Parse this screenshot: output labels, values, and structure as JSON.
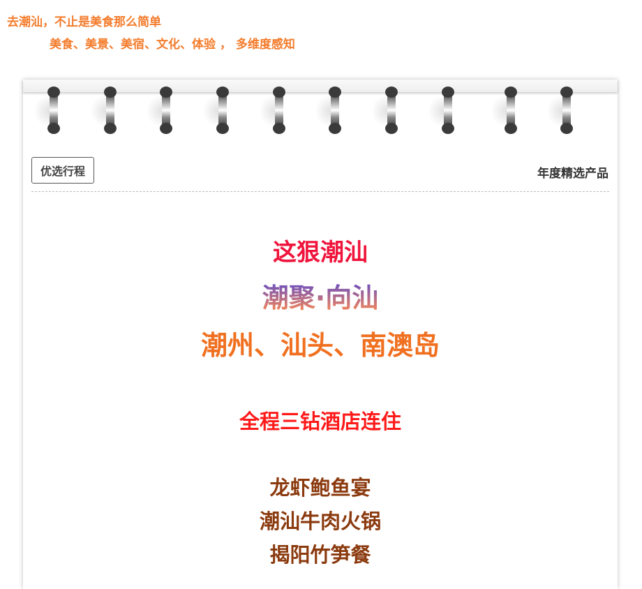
{
  "header": {
    "title": "去潮汕，不止是美食那么简单",
    "subtitle": "美食、美景、美宿、文化、体验 ， 多维度感知"
  },
  "card": {
    "tag_label": "优选行程",
    "right_label": "年度精选产品",
    "headline": "这狠潮汕",
    "brand": "潮聚·向汕",
    "destinations": "潮州、汕头、南澳岛",
    "hotel": "全程三钻酒店连住",
    "meals": [
      "龙虾鲍鱼宴",
      "潮汕牛肉火锅",
      "揭阳竹笋餐"
    ]
  },
  "colors": {
    "orange": "#f47c2c",
    "red": "#f0143c",
    "hotel_red": "#ff1a1a",
    "brown": "#8b3a0e"
  }
}
